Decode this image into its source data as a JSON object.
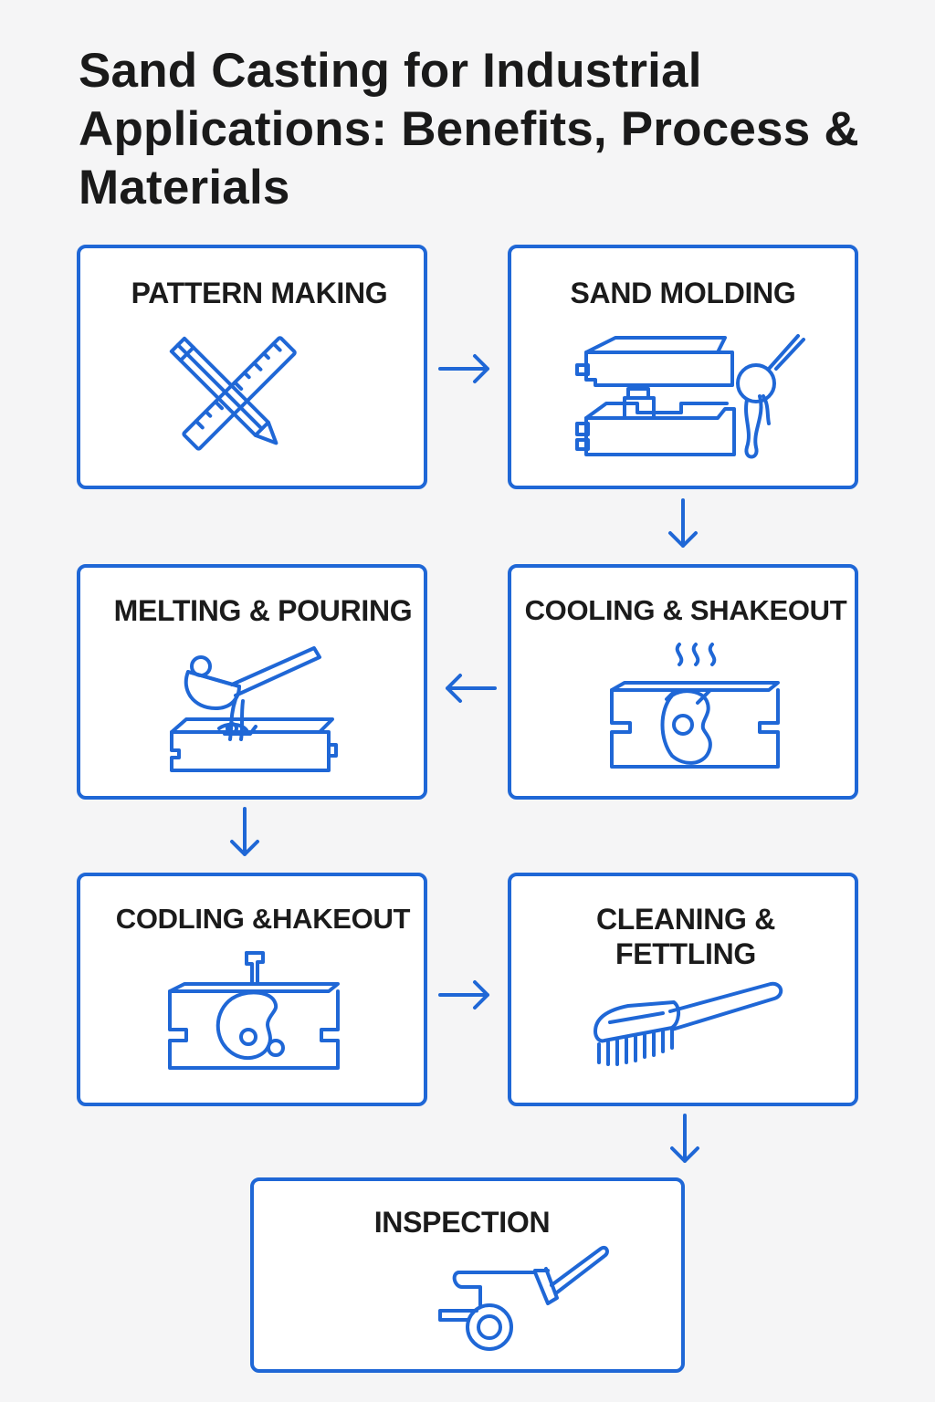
{
  "title": "Sand Casting for Industrial Applications: Benefits, Process & Materials",
  "steps": [
    {
      "label": "PATTERN MAKING",
      "icon": "pencil-ruler-icon"
    },
    {
      "label": "SAND MOLDING",
      "icon": "mold-ladle-icon"
    },
    {
      "label": "MELTING & POURING",
      "icon": "ladle-pouring-icon"
    },
    {
      "label": "COOLING & SHAKEOUT",
      "icon": "cooling-mold-icon"
    },
    {
      "label": "CODLING &HAKEOUT",
      "icon": "casting-in-mold-icon"
    },
    {
      "label": "CLEANING & FETTLING",
      "icon": "brush-icon"
    },
    {
      "label": "INSPECTION",
      "icon": "magnifier-part-icon"
    }
  ],
  "colors": {
    "accent": "#1f67d6",
    "text": "#1b1b1b",
    "background": "#f5f5f6"
  }
}
